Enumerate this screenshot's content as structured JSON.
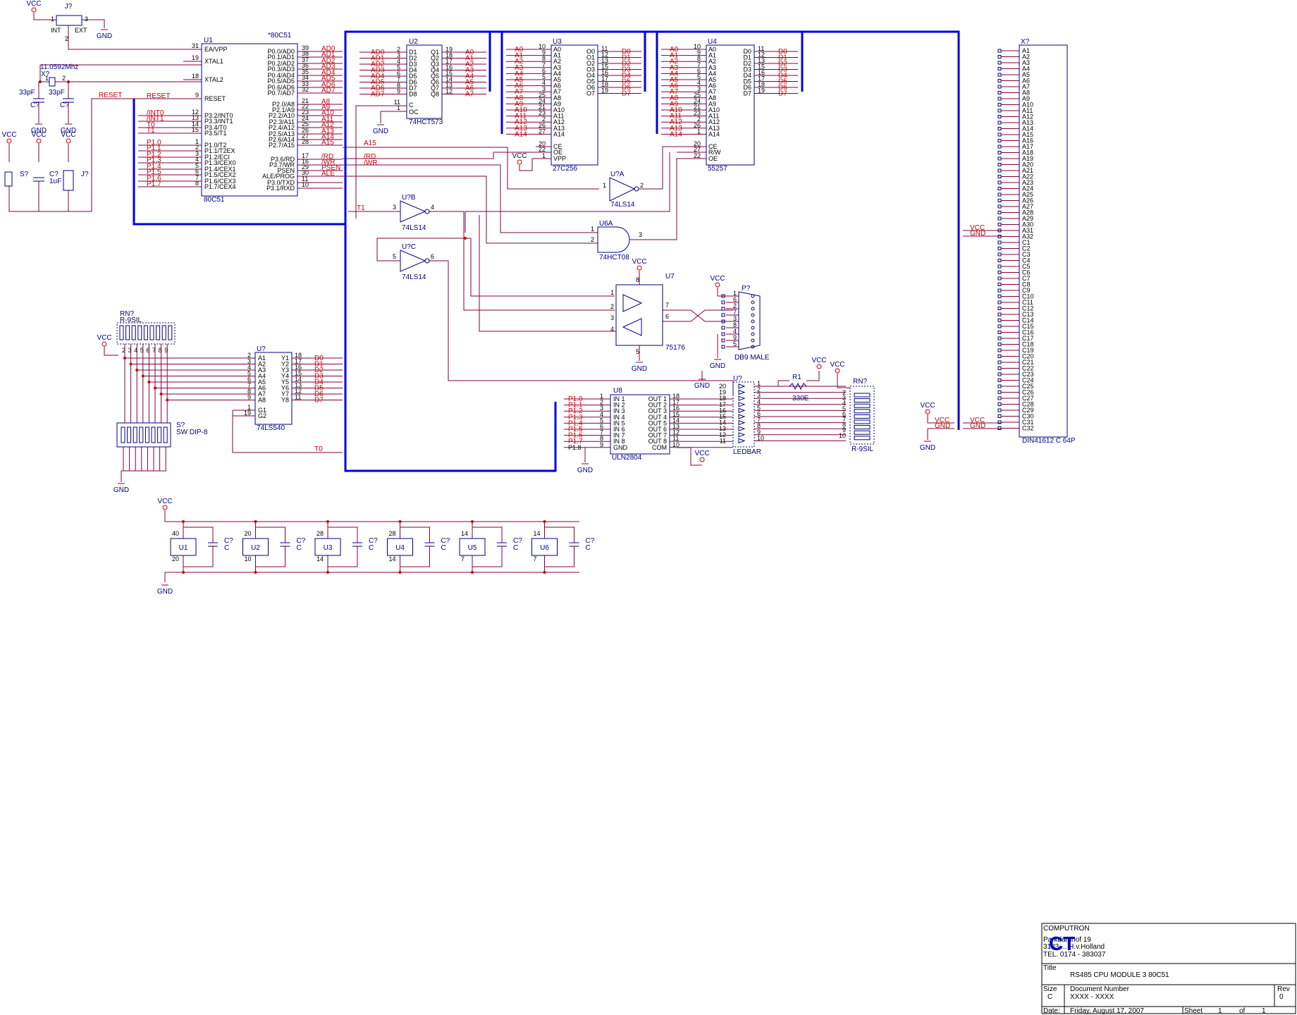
{
  "title_block": {
    "company_lines": [
      "COMPUTRON",
      "Parkdamhof 19",
      "3133 ... H.v.Holland",
      "TEL. 0174 - 383037"
    ],
    "title_label": "Title",
    "title": "RS485 CPU MODULE 3 80C51",
    "size_label": "Size",
    "size": "C",
    "docnum_label": "Document Number",
    "docnum": "XXXX - XXXX",
    "rev_label": "Rev",
    "rev": "0",
    "date_label": "Date:",
    "date": "Friday, August 17, 2007",
    "sheet_label": "Sheet",
    "sheet": "1",
    "of_label": "of",
    "sheets": "1",
    "logo_text": "CT"
  },
  "power": {
    "vcc": "VCC",
    "gnd": "GND"
  },
  "u1": {
    "ref": "U1",
    "part": "80C51",
    "type": "*80C51",
    "left_pins": [
      {
        "num": "31",
        "name": "EA/VPP"
      },
      {
        "num": "19",
        "name": "XTAL1"
      },
      {
        "num": "18",
        "name": "XTAL2"
      },
      {
        "num": "9",
        "name": "RESET"
      },
      {
        "num": "12",
        "name": "P3.2/INT0"
      },
      {
        "num": "13",
        "name": "P3.3/INT1"
      },
      {
        "num": "14",
        "name": "P3.4/T0"
      },
      {
        "num": "15",
        "name": "P3.5/T1"
      },
      {
        "num": "1",
        "name": "P1.0/T2"
      },
      {
        "num": "2",
        "name": "P1.1/T2EX"
      },
      {
        "num": "3",
        "name": "P1.2/ECI"
      },
      {
        "num": "4",
        "name": "P1.3/CEX0"
      },
      {
        "num": "5",
        "name": "P1.4/CEX1"
      },
      {
        "num": "6",
        "name": "P1.5/CEX2"
      },
      {
        "num": "7",
        "name": "P1.6/CEX3"
      },
      {
        "num": "8",
        "name": "P1.7/CEX4"
      }
    ],
    "right_pins": [
      {
        "num": "39",
        "name": "P0.0/AD0",
        "net": "AD0"
      },
      {
        "num": "38",
        "name": "P0.1/AD1",
        "net": "AD1"
      },
      {
        "num": "37",
        "name": "P0.2/AD2",
        "net": "AD2"
      },
      {
        "num": "36",
        "name": "P0.3/AD3",
        "net": "AD3"
      },
      {
        "num": "35",
        "name": "P0.4/AD4",
        "net": "AD4"
      },
      {
        "num": "34",
        "name": "P0.5/AD5",
        "net": "AD5"
      },
      {
        "num": "33",
        "name": "P0.6/AD6",
        "net": "AD6"
      },
      {
        "num": "32",
        "name": "P0.7/AD7",
        "net": "AD7"
      },
      {
        "num": "21",
        "name": "P2.0/A8",
        "net": "A8"
      },
      {
        "num": "22",
        "name": "P2.1/A9",
        "net": "A9"
      },
      {
        "num": "23",
        "name": "P2.2/A10",
        "net": "A10"
      },
      {
        "num": "24",
        "name": "P2.3/A11",
        "net": "A11"
      },
      {
        "num": "25",
        "name": "P2.4/A12",
        "net": "A12"
      },
      {
        "num": "26",
        "name": "P2.5/A13",
        "net": "A13"
      },
      {
        "num": "27",
        "name": "P2.6/A14",
        "net": "A14"
      },
      {
        "num": "28",
        "name": "P2.7/A15",
        "net": "A15"
      },
      {
        "num": "17",
        "name": "P3.6/RD",
        "net": "/RD"
      },
      {
        "num": "16",
        "name": "P3.7/WR",
        "net": "/WR"
      },
      {
        "num": "29",
        "name": "PSEN",
        "net": "PSEN"
      },
      {
        "num": "30",
        "name": "ALE/PROG",
        "net": "ALE"
      },
      {
        "num": "11",
        "name": "P3.0/TXD",
        "net": ""
      },
      {
        "num": "10",
        "name": "P3.1/RXD",
        "net": ""
      }
    ],
    "left_nets": [
      "RESET",
      "/INT0",
      "/INT1",
      "T0",
      "T1",
      "P1.0",
      "P1.1",
      "P1.2",
      "P1.3",
      "P1.4",
      "P1.5",
      "P1.6",
      "P1.7"
    ]
  },
  "crystal": {
    "freq": "11.0592Mhz",
    "ref": "X?",
    "c1": "33pF",
    "c2": "33pF",
    "cref": "C?"
  },
  "jumper_top": {
    "ref": "J?",
    "int": "INT",
    "ext": "EXT"
  },
  "reset": {
    "switch": "S?",
    "cap_ref": "C?",
    "cap_val": "1uF",
    "jumper": "J?",
    "net": "RESET"
  },
  "u2": {
    "ref": "U2",
    "part": "74HCT573",
    "d": [
      "D1",
      "D2",
      "D3",
      "D4",
      "D5",
      "D6",
      "D7",
      "D8"
    ],
    "q": [
      "Q1",
      "Q2",
      "Q3",
      "Q4",
      "Q5",
      "Q6",
      "Q7",
      "Q8"
    ],
    "in_nums": [
      "2",
      "3",
      "4",
      "5",
      "6",
      "7",
      "8",
      "9"
    ],
    "out_nums": [
      "19",
      "18",
      "17",
      "16",
      "15",
      "14",
      "13",
      "12"
    ],
    "in_nets": [
      "AD0",
      "AD1",
      "AD2",
      "AD3",
      "AD4",
      "AD5",
      "AD6",
      "AD7"
    ],
    "out_nets": [
      "A0",
      "A1",
      "A2",
      "A3",
      "A4",
      "A5",
      "A6",
      "A7"
    ],
    "c": "C",
    "oc": "OC",
    "c_num": "11",
    "oc_num": "1"
  },
  "u3": {
    "ref": "U3",
    "part": "27C256",
    "a": [
      "A0",
      "A1",
      "A2",
      "A3",
      "A4",
      "A5",
      "A6",
      "A7",
      "A8",
      "A9",
      "A10",
      "A11",
      "A12",
      "A13",
      "A14"
    ],
    "a_nums": [
      "10",
      "9",
      "8",
      "7",
      "6",
      "5",
      "4",
      "3",
      "25",
      "24",
      "21",
      "23",
      "2",
      "26",
      "27"
    ],
    "o": [
      "O0",
      "O1",
      "O2",
      "O3",
      "O4",
      "O5",
      "O6",
      "O7"
    ],
    "o_nums": [
      "11",
      "12",
      "13",
      "15",
      "16",
      "17",
      "18",
      "19"
    ],
    "o_nets": [
      "D0",
      "D1",
      "D2",
      "D3",
      "D4",
      "D5",
      "D6",
      "D7"
    ],
    "ctrl": [
      "CE",
      "OE",
      "VPP"
    ],
    "ctrl_nums": [
      "20",
      "22",
      "1"
    ]
  },
  "u4": {
    "ref": "U4",
    "part": "55257",
    "a_nums": [
      "10",
      "9",
      "8",
      "7",
      "6",
      "5",
      "4",
      "3",
      "25",
      "24",
      "21",
      "23",
      "2",
      "26",
      "1"
    ],
    "d": [
      "D0",
      "D1",
      "D2",
      "D3",
      "D4",
      "D5",
      "D6",
      "D7"
    ],
    "d_nums": [
      "11",
      "12",
      "13",
      "15",
      "16",
      "17",
      "18",
      "19"
    ],
    "ctrl": [
      "CE",
      "R/W",
      "OE"
    ],
    "ctrl_nums": [
      "20",
      "27",
      "22"
    ]
  },
  "u7a": {
    "ref": "U?A",
    "part": "74LS14",
    "in": "1",
    "out": "2"
  },
  "u7b": {
    "ref": "U?B",
    "part": "74LS14",
    "in": "3",
    "out": "4",
    "net": "T1"
  },
  "u7c": {
    "ref": "U?C",
    "part": "74LS14",
    "in": "5",
    "out": "6"
  },
  "u6a": {
    "ref": "U6A",
    "part": "74HCT08",
    "in1": "1",
    "in2": "2",
    "out": "3"
  },
  "u7": {
    "ref": "U7",
    "part": "75176",
    "pins": [
      "1",
      "2",
      "3",
      "4",
      "7",
      "6",
      "8",
      "5"
    ]
  },
  "db9": {
    "ref": "P?",
    "part": "DB9 MALE",
    "pins": [
      "1",
      "6",
      "2",
      "7",
      "3",
      "8",
      "4",
      "9",
      "5"
    ]
  },
  "rn1": {
    "ref": "RN?",
    "part": "R-9SIL"
  },
  "u5": {
    "ref": "U?",
    "part": "74LS540",
    "a": [
      "A1",
      "A2",
      "A3",
      "A4",
      "A5",
      "A6",
      "A7",
      "A8"
    ],
    "y": [
      "Y1",
      "Y2",
      "Y3",
      "Y4",
      "Y5",
      "Y6",
      "Y7",
      "Y8"
    ],
    "in_nums": [
      "2",
      "3",
      "4",
      "5",
      "6",
      "7",
      "8",
      "9"
    ],
    "out_nums": [
      "18",
      "17",
      "16",
      "15",
      "14",
      "13",
      "12",
      "11"
    ],
    "out_nets": [
      "D0",
      "D1",
      "D2",
      "D3",
      "D4",
      "D5",
      "D6",
      "D7"
    ],
    "g": [
      "G1",
      "G2"
    ],
    "g_nums": [
      "1",
      "19"
    ],
    "t0": "T0"
  },
  "dip": {
    "ref": "S?",
    "part": "SW DIP-8"
  },
  "u8": {
    "ref": "U8",
    "part": "ULN2804",
    "in": [
      "IN 1",
      "IN 2",
      "IN 3",
      "IN 4",
      "IN 5",
      "IN 6",
      "IN 7",
      "IN 8",
      "GND"
    ],
    "out": [
      "OUT 1",
      "OUT 2",
      "OUT 3",
      "OUT 4",
      "OUT 5",
      "OUT 6",
      "OUT 7",
      "OUT 8",
      "COM"
    ],
    "in_nums": [
      "1",
      "2",
      "3",
      "4",
      "5",
      "6",
      "7",
      "8",
      "9"
    ],
    "out_nums": [
      "18",
      "17",
      "16",
      "15",
      "14",
      "13",
      "12",
      "11",
      "10"
    ],
    "in_nets": [
      "P1.0",
      "P1.1",
      "P1.2",
      "P1.3",
      "P1.4",
      "P1.5",
      "P1.6",
      "P1.7",
      "P1.8"
    ]
  },
  "ledbar": {
    "ref": "U?",
    "part": "LEDBAR"
  },
  "r1": {
    "ref": "R1",
    "val": "330E"
  },
  "rn2": {
    "ref": "RN?",
    "part": "R-9SIL"
  },
  "conn": {
    "ref": "X?",
    "part": "DIN41612 C 64P",
    "a": [
      "A1",
      "A2",
      "A3",
      "A4",
      "A5",
      "A6",
      "A7",
      "A8",
      "A9",
      "A10",
      "A11",
      "A12",
      "A13",
      "A14",
      "A15",
      "A16",
      "A17",
      "A18",
      "A19",
      "A20",
      "A21",
      "A22",
      "A23",
      "A24",
      "A25",
      "A26",
      "A27",
      "A28",
      "A29",
      "A30",
      "A31",
      "A32"
    ],
    "c": [
      "C1",
      "C2",
      "C3",
      "C4",
      "C5",
      "C6",
      "C7",
      "C8",
      "C9",
      "C10",
      "C11",
      "C12",
      "C13",
      "C14",
      "C15",
      "C16",
      "C17",
      "C18",
      "C19",
      "C20",
      "C21",
      "C22",
      "C23",
      "C24",
      "C25",
      "C26",
      "C27",
      "C28",
      "C29",
      "C30",
      "C31",
      "C32"
    ]
  },
  "decoupling": [
    {
      "u": "U1",
      "top": "40",
      "bot": "20",
      "c": "C?",
      "cv": "C"
    },
    {
      "u": "U2",
      "top": "20",
      "bot": "10",
      "c": "C?",
      "cv": "C"
    },
    {
      "u": "U3",
      "top": "28",
      "bot": "14",
      "c": "C?",
      "cv": "C"
    },
    {
      "u": "U4",
      "top": "28",
      "bot": "14",
      "c": "C?",
      "cv": "C"
    },
    {
      "u": "U5",
      "top": "14",
      "bot": "7",
      "c": "C?",
      "cv": "C"
    },
    {
      "u": "U6",
      "top": "14",
      "bot": "7",
      "c": "C?",
      "cv": "C"
    }
  ]
}
